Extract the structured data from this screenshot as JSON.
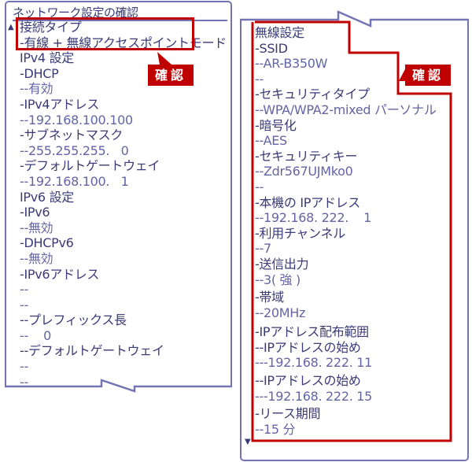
{
  "left_panel": {
    "title": "ネットワーク設定の確認",
    "scroll_up_icon": "▲",
    "lines": [
      "接続タイプ",
      "-有線 + 無線アクセスポイントモード",
      "IPv4 設定",
      "-DHCP",
      "--有効",
      "-IPv4アドレス",
      "--192.168.100.100",
      "-サブネットマスク",
      "--255.255.255.   0",
      "-デフォルトゲートウェイ",
      "--192.168.100.   1",
      "IPv6 設定",
      "-IPv6",
      "--無効",
      "-DHCPv6",
      "--無効",
      "-IPv6アドレス",
      "--",
      "--",
      "--プレフィックス長",
      "--    0",
      "--デフォルトゲートウェイ",
      "--",
      "--"
    ],
    "callout": "確認"
  },
  "right_panel": {
    "scroll_down_icon": "▼",
    "lines": [
      "無線設定",
      "-SSID",
      "--AR-B350W",
      "--",
      "-セキュリティタイプ",
      "--WPA/WPA2-mixed パーソナル",
      "-暗号化",
      "--AES",
      "-セキュリティキー",
      "--Zdr567UJMko0",
      "--",
      "-本機の IPアドレス",
      "--192.168. 222.    1",
      "-利用チャンネル",
      "--7",
      "-送信出力",
      "--3( 強 )",
      "-帯域",
      "--20MHz",
      "-IPアドレス配布範囲",
      "--IPアドレスの始め",
      "---192.168. 222. 11",
      "--IPアドレスの始め",
      "---192.168. 222. 15",
      "-リース期間",
      "--15 分"
    ],
    "callout": "確認"
  },
  "colors": {
    "accent_red": "#c00000",
    "border": "#7474b4",
    "label": "#3a3a78",
    "value": "#6464a4"
  }
}
